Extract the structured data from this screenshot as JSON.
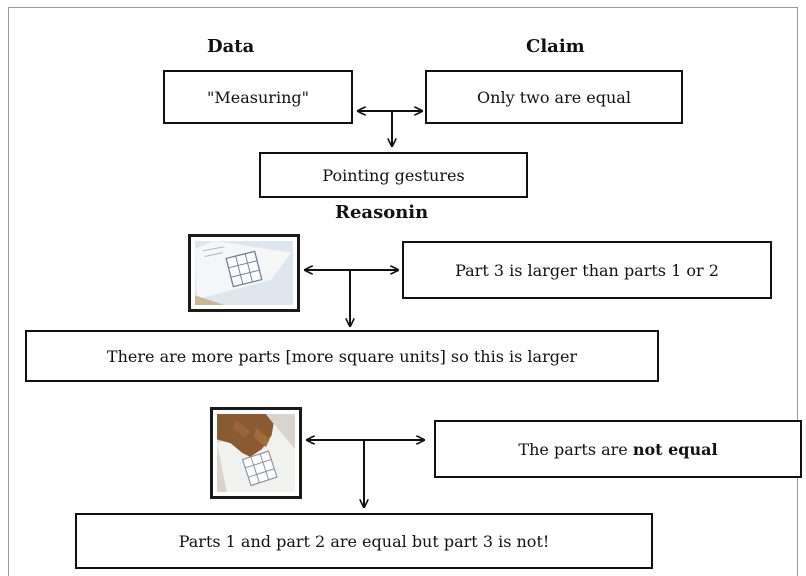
{
  "headings": {
    "data": "Data",
    "claim": "Claim",
    "reasoning": "Reasonin"
  },
  "boxes": {
    "data_box": "\"Measuring\"",
    "claim_box": "Only two are equal",
    "gesture_box": "Pointing gestures",
    "claim_2": "Part 3 is larger than parts 1 or 2",
    "reason_2": "There are more parts [more square units] so this is larger",
    "claim_3_prefix": "The parts are ",
    "claim_3_bold": "not equal",
    "reason_3": "Parts 1 and part 2 are equal but part 3 is not!"
  },
  "photos": [
    {
      "icon": "worksheet-grid-photo"
    },
    {
      "icon": "hand-pointing-worksheet-photo"
    }
  ]
}
